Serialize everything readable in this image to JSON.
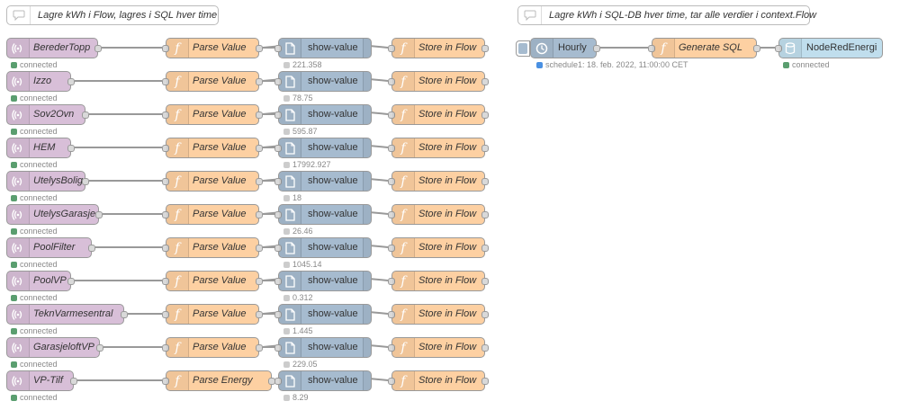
{
  "comments": {
    "left": "Lagre kWh i Flow, lagres i SQL hver time",
    "right": "Lagre kWh i SQL-DB hver time, tar alle verdier i context.Flow"
  },
  "colors": {
    "mqtt_node": "#d8bfd8",
    "function_node": "#fdd0a2",
    "debug_node": "#a6bbcf",
    "db_node": "#c0deed",
    "status_connected": "#5a9e6f",
    "status_debug": "#cccccc",
    "status_schedule": "#4a90e2"
  },
  "icons": {
    "comment": "comment-icon",
    "mqtt": "wifi-signal-icon",
    "function": "function-icon",
    "debug": "document-icon",
    "inject": "clock-icon",
    "database": "database-icon"
  },
  "rows": [
    {
      "source": "BerederTopp",
      "status": "connected",
      "parse": "Parse Value",
      "debug": "show-value",
      "value": "221.358",
      "store": "Store in Flow"
    },
    {
      "source": "Izzo",
      "status": "connected",
      "parse": "Parse Value",
      "debug": "show-value",
      "value": "78.75",
      "store": "Store in Flow"
    },
    {
      "source": "Sov2Ovn",
      "status": "connected",
      "parse": "Parse Value",
      "debug": "show-value",
      "value": "595.87",
      "store": "Store in Flow"
    },
    {
      "source": "HEM",
      "status": "connected",
      "parse": "Parse Value",
      "debug": "show-value",
      "value": "17992.927",
      "store": "Store in Flow"
    },
    {
      "source": "UtelysBolig",
      "status": "connected",
      "parse": "Parse Value",
      "debug": "show-value",
      "value": "18",
      "store": "Store in Flow"
    },
    {
      "source": "UtelysGarasje",
      "status": "connected",
      "parse": "Parse Value",
      "debug": "show-value",
      "value": "26.46",
      "store": "Store in Flow"
    },
    {
      "source": "PoolFilter",
      "status": "connected",
      "parse": "Parse Value",
      "debug": "show-value",
      "value": "1045.14",
      "store": "Store in Flow"
    },
    {
      "source": "PoolVP",
      "status": "connected",
      "parse": "Parse Value",
      "debug": "show-value",
      "value": "0.312",
      "store": "Store in Flow"
    },
    {
      "source": "TeknVarmesentral",
      "status": "connected",
      "parse": "Parse Value",
      "debug": "show-value",
      "value": "1.445",
      "store": "Store in Flow"
    },
    {
      "source": "GarasjeloftVP",
      "status": "connected",
      "parse": "Parse Value",
      "debug": "show-value",
      "value": "229.05",
      "store": "Store in Flow"
    },
    {
      "source": "VP-Tilf",
      "status": "connected",
      "parse": "Parse Energy",
      "debug": "show-value",
      "value": "8.29",
      "store": "Store in Flow"
    }
  ],
  "sql_flow": {
    "inject": {
      "label": "Hourly",
      "status": "schedule1: 18. feb. 2022, 11:00:00 CET"
    },
    "function": {
      "label": "Generate SQL"
    },
    "database": {
      "label": "NodeRedEnergi",
      "status": "connected"
    }
  }
}
